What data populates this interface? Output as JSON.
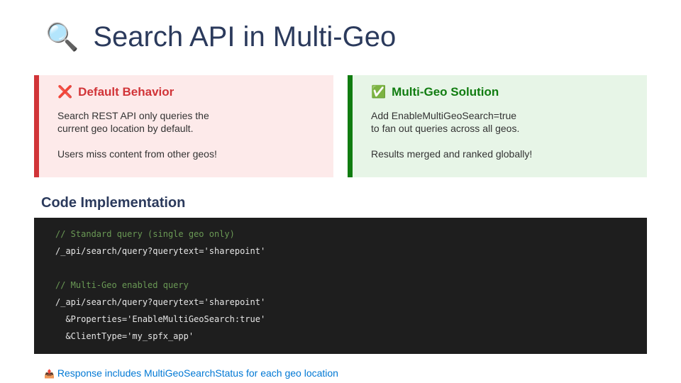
{
  "title": {
    "icon": "magnifier-icon",
    "text": "Search API in Multi-Geo"
  },
  "default": {
    "icon": "cross-mark-icon",
    "heading": "Default Behavior",
    "line1": "Search REST API only queries the",
    "line2": "current geo location by default.",
    "line3": "Users miss content from other geos!"
  },
  "multigeo": {
    "icon": "check-mark-icon",
    "heading": "Multi-Geo Solution",
    "line1": "Add EnableMultiGeoSearch=true",
    "line2": "to fan out queries across all geos.",
    "line3": "Results merged and ranked globally!"
  },
  "section_title": "Code Implementation",
  "code": [
    "// Standard query (single geo only)",
    "/_api/search/query?querytext='sharepoint'",
    "",
    "// Multi-Geo enabled query",
    "/_api/search/query?querytext='sharepoint'",
    "  &Properties='EnableMultiGeoSearch:true'",
    "  &ClientType='my_spfx_app'"
  ],
  "footer": {
    "icon": "outbox-tray-icon",
    "text": "Response includes MultiGeoSearchStatus for each geo location"
  },
  "colors": {
    "red": "#d13438",
    "green": "#107c10",
    "title": "#2b3a5c",
    "link": "#0078d4"
  }
}
